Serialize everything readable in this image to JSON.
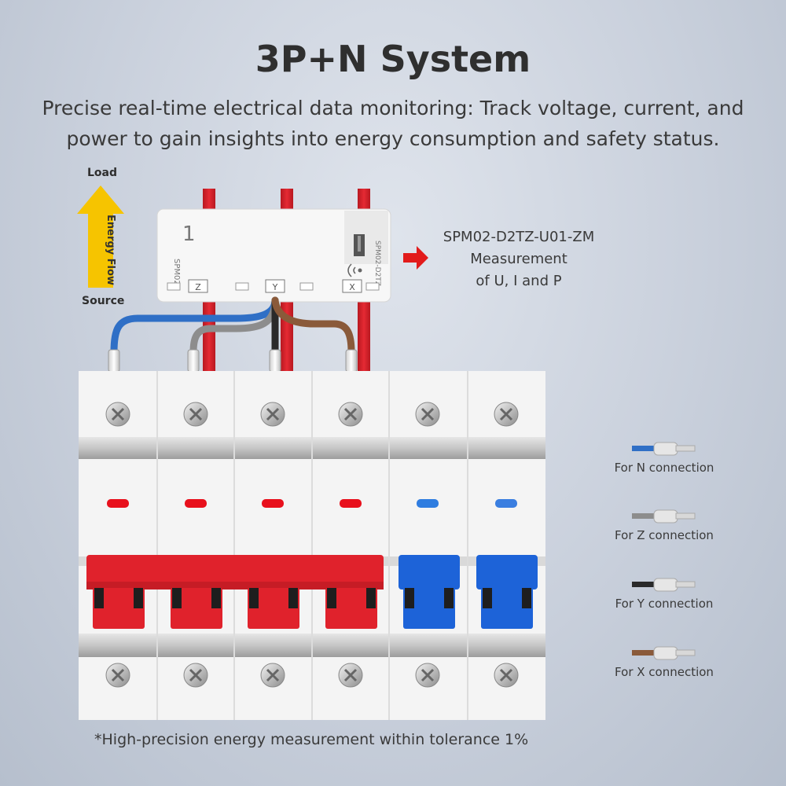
{
  "header": {
    "title": "3P+N System",
    "subtitle": "Precise real-time electrical data monitoring: Track voltage, current, and power to gain insights into energy consumption and safety status."
  },
  "flow": {
    "load_label": "Load",
    "source_label": "Source",
    "arrow_label": "Energy Flow"
  },
  "device": {
    "model_label": "SPM02",
    "model_label_right": "SPM02-D2TZ",
    "number": "1",
    "terminals": [
      "Z",
      "Y",
      "X"
    ],
    "description": [
      "SPM02-D2TZ-U01-ZM",
      "Measurement",
      "of U, I and P"
    ]
  },
  "legend": [
    {
      "label": "For N connection",
      "color": "#2f6fc6"
    },
    {
      "label": "For Z connection",
      "color": "#8d8d8d"
    },
    {
      "label": "For Y connection",
      "color": "#2a2a2a"
    },
    {
      "label": "For X connection",
      "color": "#8a5a3a"
    }
  ],
  "colors": {
    "bus_red": "#e0222c",
    "switch_blue": "#1d63d8",
    "arrow_yellow": "#f6c400",
    "indicator_red": "#e8101c",
    "indicator_blue": "#2f7de0"
  },
  "footnote": "*High-precision energy measurement within tolerance 1%"
}
